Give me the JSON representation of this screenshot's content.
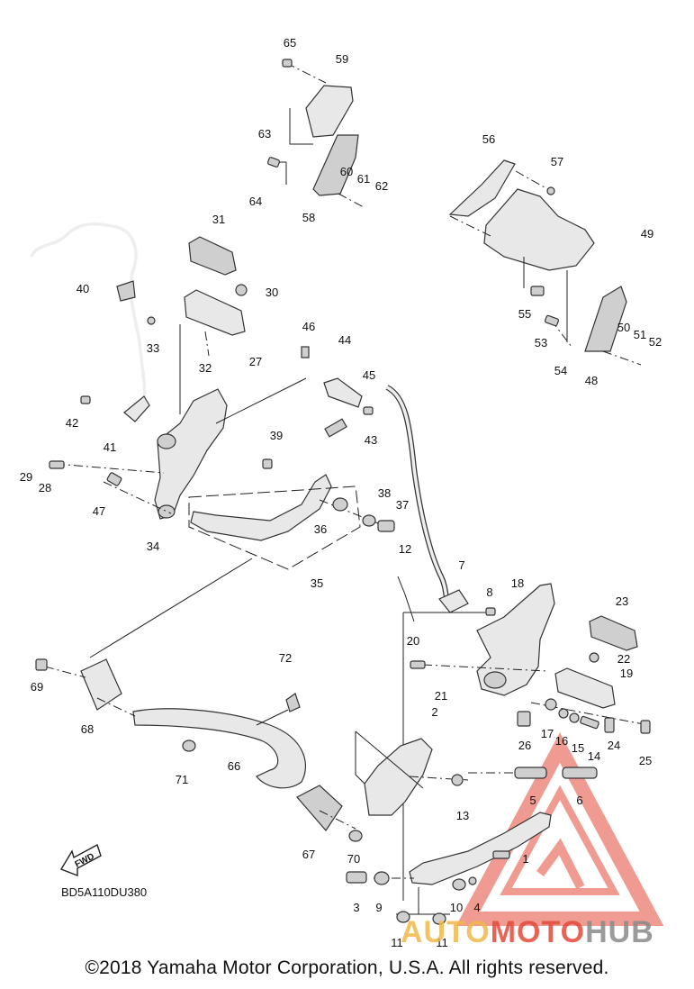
{
  "labels": [
    {
      "id": "65",
      "text": "65"
    },
    {
      "id": "59",
      "text": "59"
    },
    {
      "id": "63",
      "text": "63"
    },
    {
      "id": "64",
      "text": "64"
    },
    {
      "id": "60",
      "text": "60"
    },
    {
      "id": "61",
      "text": "61"
    },
    {
      "id": "62",
      "text": "62"
    },
    {
      "id": "58",
      "text": "58"
    },
    {
      "id": "56",
      "text": "56"
    },
    {
      "id": "57",
      "text": "57"
    },
    {
      "id": "49",
      "text": "49"
    },
    {
      "id": "31",
      "text": "31"
    },
    {
      "id": "40",
      "text": "40"
    },
    {
      "id": "30",
      "text": "30"
    },
    {
      "id": "33",
      "text": "33"
    },
    {
      "id": "32",
      "text": "32"
    },
    {
      "id": "27",
      "text": "27"
    },
    {
      "id": "55",
      "text": "55"
    },
    {
      "id": "53",
      "text": "53"
    },
    {
      "id": "54",
      "text": "54"
    },
    {
      "id": "50",
      "text": "50"
    },
    {
      "id": "51",
      "text": "51"
    },
    {
      "id": "52",
      "text": "52"
    },
    {
      "id": "48",
      "text": "48"
    },
    {
      "id": "46",
      "text": "46"
    },
    {
      "id": "44",
      "text": "44"
    },
    {
      "id": "45",
      "text": "45"
    },
    {
      "id": "42",
      "text": "42"
    },
    {
      "id": "41",
      "text": "41"
    },
    {
      "id": "43",
      "text": "43"
    },
    {
      "id": "39",
      "text": "39"
    },
    {
      "id": "29",
      "text": "29"
    },
    {
      "id": "28",
      "text": "28"
    },
    {
      "id": "47",
      "text": "47"
    },
    {
      "id": "38",
      "text": "38"
    },
    {
      "id": "37",
      "text": "37"
    },
    {
      "id": "36",
      "text": "36"
    },
    {
      "id": "34",
      "text": "34"
    },
    {
      "id": "35",
      "text": "35"
    },
    {
      "id": "12",
      "text": "12"
    },
    {
      "id": "7",
      "text": "7"
    },
    {
      "id": "8",
      "text": "8"
    },
    {
      "id": "18",
      "text": "18"
    },
    {
      "id": "23",
      "text": "23"
    },
    {
      "id": "22",
      "text": "22"
    },
    {
      "id": "20",
      "text": "20"
    },
    {
      "id": "21",
      "text": "21"
    },
    {
      "id": "19",
      "text": "19"
    },
    {
      "id": "69",
      "text": "69"
    },
    {
      "id": "72",
      "text": "72"
    },
    {
      "id": "68",
      "text": "68"
    },
    {
      "id": "2",
      "text": "2"
    },
    {
      "id": "17",
      "text": "17"
    },
    {
      "id": "16",
      "text": "16"
    },
    {
      "id": "15",
      "text": "15"
    },
    {
      "id": "14",
      "text": "14"
    },
    {
      "id": "24",
      "text": "24"
    },
    {
      "id": "26",
      "text": "26"
    },
    {
      "id": "25",
      "text": "25"
    },
    {
      "id": "71",
      "text": "71"
    },
    {
      "id": "66",
      "text": "66"
    },
    {
      "id": "5",
      "text": "5"
    },
    {
      "id": "6",
      "text": "6"
    },
    {
      "id": "13",
      "text": "13"
    },
    {
      "id": "67",
      "text": "67"
    },
    {
      "id": "70",
      "text": "70"
    },
    {
      "id": "1",
      "text": "1"
    },
    {
      "id": "3",
      "text": "3"
    },
    {
      "id": "9",
      "text": "9"
    },
    {
      "id": "10",
      "text": "10"
    },
    {
      "id": "4",
      "text": "4"
    },
    {
      "id": "11a",
      "text": "11"
    },
    {
      "id": "11b",
      "text": "11"
    }
  ],
  "fwd_label": "FWD",
  "diagram_code": "BD5A110DU380",
  "watermark": {
    "prefix": "AUTO",
    "middle": "MOTO",
    "suffix": "HUB",
    "color_prefix": "#f0b84a",
    "color_middle": "#e34a3a",
    "color_suffix": "#8a8a8a"
  },
  "copyright": "©2018 Yamaha Motor Corporation, U.S.A. All rights reserved."
}
